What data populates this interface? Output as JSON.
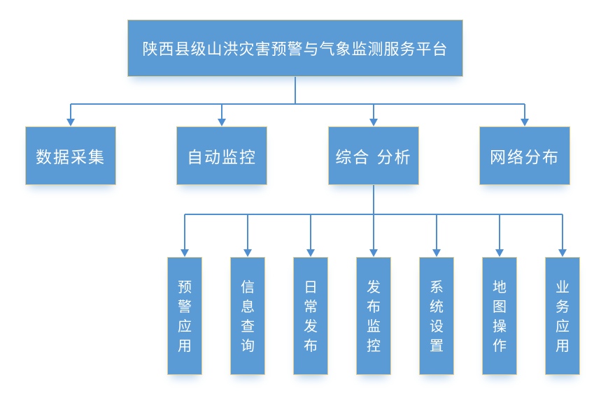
{
  "diagram": {
    "title_node": {
      "label": "陕西县级山洪灾害预警与气象监测服务平台"
    },
    "level2_nodes": [
      {
        "label": "数据采集"
      },
      {
        "label": "自动监控"
      },
      {
        "label": "综合 分析"
      },
      {
        "label": "网络分布"
      }
    ],
    "level3_nodes": [
      {
        "label": "预警应用"
      },
      {
        "label": "信息查询"
      },
      {
        "label": "日常发布"
      },
      {
        "label": "发布监控"
      },
      {
        "label": "系统设置"
      },
      {
        "label": "地图操作"
      },
      {
        "label": "业务应用"
      }
    ],
    "colors": {
      "box_fill": "#5B9BD5",
      "box_border": "#E8CD87",
      "connector": "#4E8FD3",
      "text": "#FFFFFF",
      "background": "#FFFFFF"
    }
  }
}
